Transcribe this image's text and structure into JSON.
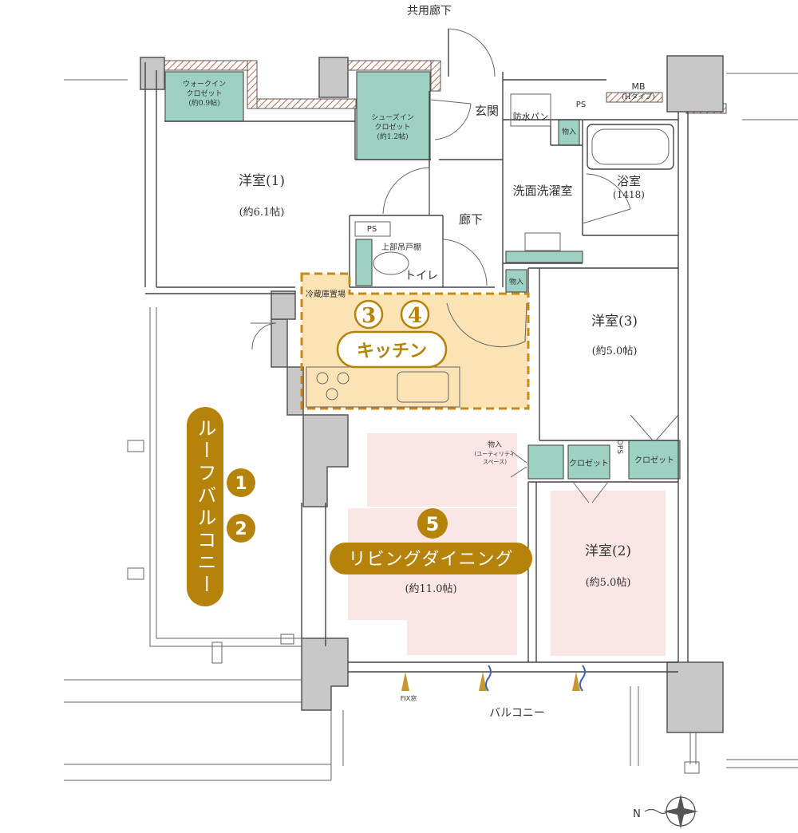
{
  "labels": {
    "corridor_common": "共用廊下",
    "entrance": "玄関",
    "hallway": "廊下",
    "walkin_line1": "ウォークイン",
    "walkin_line2": "クロゼット",
    "walkin_line3": "(約0.9帖)",
    "shoe_line1": "シューズイン",
    "shoe_line2": "クロゼット",
    "shoe_line3": "(約1.2帖)",
    "room1_name": "洋室(1)",
    "room1_size": "(約6.1帖)",
    "room2_name": "洋室(2)",
    "room2_size": "(約5.0帖)",
    "room3_name": "洋室(3)",
    "room3_size": "(約5.0帖)",
    "washroom": "洗面洗濯室",
    "bath_name": "浴室",
    "bath_size": "(1418)",
    "toilet": "トイレ",
    "ps1": "PS",
    "ps2": "PS",
    "mb_line1": "MB",
    "mb_line2": "(Hタイプ)",
    "waterpan": "防水パン",
    "storage_small": "物入",
    "storage_small2": "物入",
    "upper_cabinet": "上部吊戸棚",
    "fridge": "冷蔵庫置場",
    "kitchen": "キッチン",
    "kitchen_num1": "3",
    "kitchen_num2": "4",
    "living": "リビングダイニング",
    "living_num": "5",
    "living_size": "(約11.0帖)",
    "utility_line1": "物入",
    "utility_line2": "(ユーティリティ",
    "utility_line3": "スペース)",
    "closet1": "クロゼット",
    "closet2": "クロゼット",
    "dps": "DPS",
    "roof_balcony": "ルーフバルコニー",
    "roof_num1": "1",
    "roof_num2": "2",
    "balcony": "バルコニー",
    "fix_window": "FIX窓",
    "compass": "N"
  },
  "colors": {
    "accent": "#b5820a",
    "kitchen_fill": "#fbe3b6",
    "kitchen_border": "#c88a16",
    "living_fill": "#fbe6e6",
    "storage_fill": "#9dd1c2",
    "wall": "#4a4a4a",
    "hatch": "#b86a4a"
  }
}
